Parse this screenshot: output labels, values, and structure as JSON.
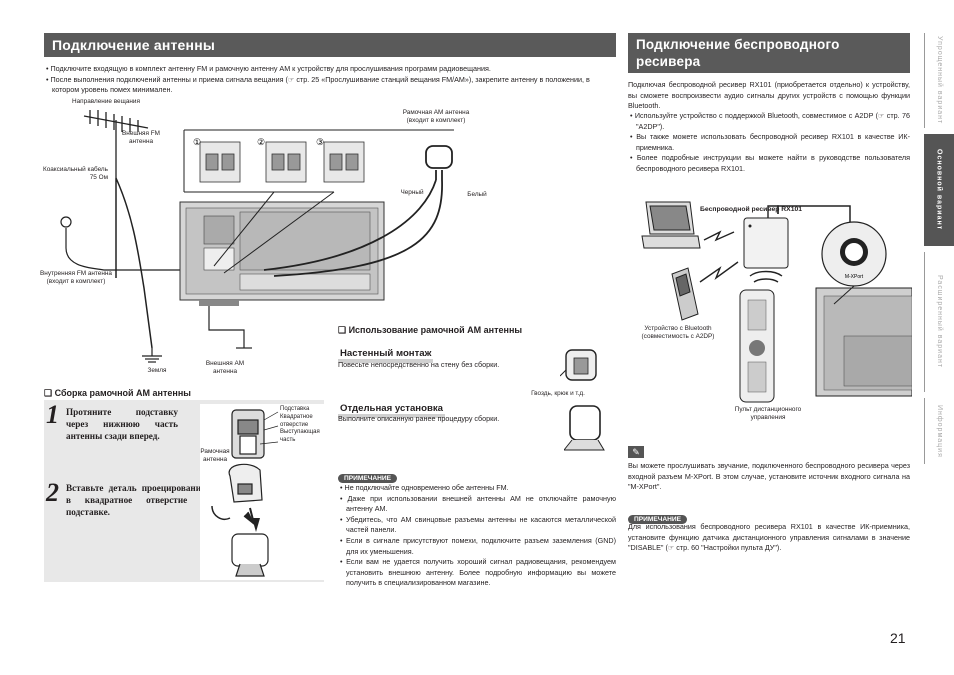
{
  "left": {
    "title": "Подключение антенны",
    "bullets": [
      "Подключите входящую в комплект антенну FM и рамочную антенну AM к устройству для прослушивания программ радиовещания.",
      "После выполнения подключений антенны и приема сигнала вещания (☞ стр. 25 «Прослушивание станций вещания FM/AM»), закрепите антенну в положении, в котором уровень помех минимален."
    ],
    "diagram": {
      "broadcast_direction": "Направление вещания",
      "fm_outdoor": "Внешняя FM антенна",
      "coax": "Коаксиальный кабель 75 Ом",
      "fm_indoor": "Внутренняя FM антенна (входит в комплект)",
      "ground": "Земля",
      "am_outdoor": "Внешняя AM антенна",
      "am_loop": "Рамочная AM антенна (входит в комплект)",
      "black": "Черный",
      "white": "Белый",
      "steps": [
        "①",
        "②",
        "③"
      ]
    },
    "assembly": {
      "heading": "Сборка рамочной AM антенны",
      "step1_num": "1",
      "step1": "Протяните подставку через нижнюю часть антенны сзади вперед.",
      "step2_num": "2",
      "step2": "Вставьте деталь проецирования в квадратное отверстие в подставке.",
      "labels": {
        "stand": "Подставка",
        "square_hole": "Квадратное отверстие",
        "protruding": "Выступающая часть",
        "loop": "Рамочная антенна"
      }
    }
  },
  "middle": {
    "heading": "Использование рамочной AM антенны",
    "wall_title": "Настенный монтаж",
    "wall_text": "Повесьте непосредственно на стену без сборки.",
    "nail": "Гвоздь, крюк и т.д.",
    "standalone_title": "Отдельная установка",
    "standalone_text": "Выполните описанную ранее процедуру сборки.",
    "note_label": "ПРИМЕЧАНИЕ",
    "notes": [
      "Не подключайте одновременно обе антенны FM.",
      "Даже при использовании внешней антенны AM не отключайте рамочную антенну AM.",
      "Убедитесь, что AM свинцовые разъемы антенны не касаются металлической частей панели.",
      "Если в сигнале присутствуют помехи, подключите разъем заземления (GND) для их уменьшения.",
      "Если вам не удается получить хороший сигнал радиовещания, рекомендуем установить внешнюю антенну. Более подробную информацию вы можете получить в специализированном магазине."
    ]
  },
  "right": {
    "title_line1": "Подключение беспроводного ресивера",
    "title_line2": "(RX101)",
    "intro": "Подключая беспроводной ресивер RX101 (приобретается отдельно) к устройству, вы сможете воспроизвести аудио сигналы других устройств с помощью функции Bluetooth.",
    "bullets": [
      "Используйте устройство с поддержкой Bluetooth, совместимое с A2DP (☞ стр. 76 \"A2DP\").",
      "Вы также можете использовать беспроводной ресивер RX101 в качестве ИК-приемника.",
      "Более подробные инструкции вы можете найти в руководстве пользователя беспроводного ресивера RX101."
    ],
    "diagram": {
      "receiver": "Беспроводной ресивер RX101",
      "bt_device": "Устройство с Bluetooth (совместимость с A2DP)",
      "remote": "Пульт дистанционного управления",
      "xport": "M-XPort"
    },
    "tip": "Вы можете прослушивать звучание, подключенного беспроводного ресивера через входной разъем M-XPort. В этом случае, установите источник входного сигнала на \"M-XPort\".",
    "note_label": "ПРИМЕЧАНИЕ",
    "note": "Для использования беспроводного ресивера RX101 в качестве ИК-приемника, установите функцию датчика дистанционного управления сигналами в значение \"DISABLE\" (☞ стр. 60 \"Настройки пульта ДУ\")."
  },
  "side_tabs": [
    "Упрощенный вариант",
    "Основной вариант",
    "Расширенный вариант",
    "Информация"
  ],
  "page_number": "21"
}
